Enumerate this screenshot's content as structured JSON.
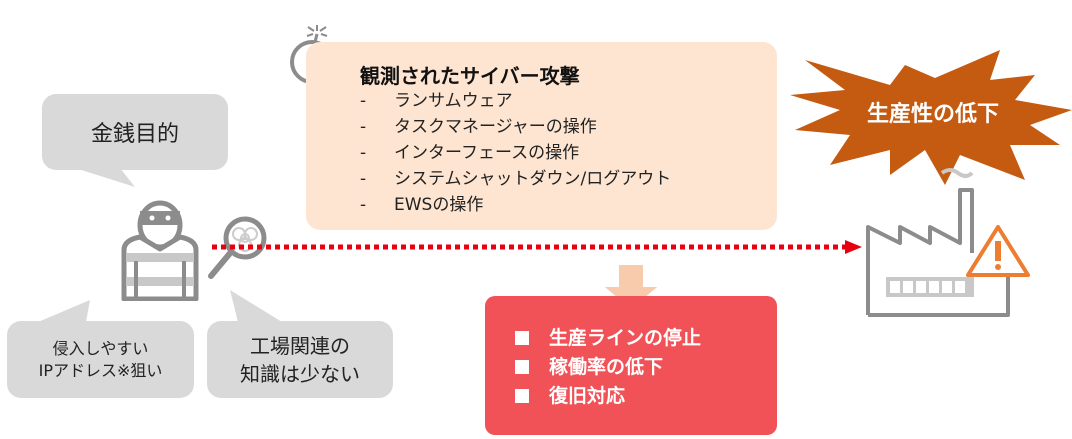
{
  "motive": {
    "text": "金銭目的"
  },
  "target": {
    "line1": "侵入しやすい",
    "line2": "IPアドレス※狙い"
  },
  "knowledge": {
    "line1": "工場関連の",
    "line2": "知識は少ない"
  },
  "attacks": {
    "title": "観測されたサイバー攻撃",
    "bullet": "-",
    "items": [
      "ランサムウェア",
      "タスクマネージャーの操作",
      "インターフェースの操作",
      "システムシャットダウン/ログアウト",
      "EWSの操作"
    ]
  },
  "impacts": {
    "items": [
      "生産ラインの停止",
      "稼働率の低下",
      "復旧対応"
    ]
  },
  "burst": {
    "text": "生産性の低下"
  },
  "colors": {
    "peach": "#fde5d2",
    "red": "#f05257",
    "burst": "#c55a11",
    "arrow": "#f8cbad",
    "dotted": "#e60012",
    "gray": "#8c8c8c",
    "warning": "#ed7d31"
  }
}
